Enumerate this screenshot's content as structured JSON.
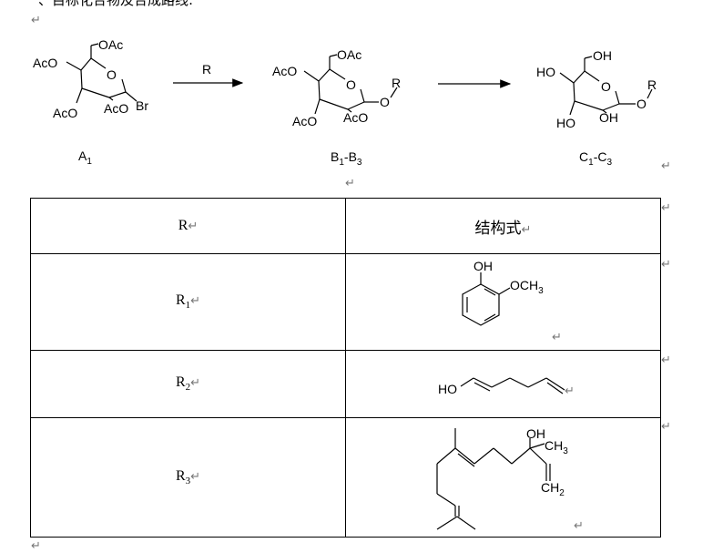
{
  "doc": {
    "title_partial": "、目标化合物及合成路线:",
    "para_mark": "↵"
  },
  "scheme": {
    "reagent_label": "R",
    "labels": {
      "a1": "A",
      "a1_sub": "1",
      "b_main": "B",
      "b_sub1": "1",
      "b_sep": "-B",
      "b_sub2": "3",
      "c_main": "C",
      "c_sub1": "1",
      "c_sep": "-C",
      "c_sub2": "3"
    },
    "groups": {
      "oac": "OAc",
      "aco": "AcO",
      "br": "Br",
      "o": "O",
      "r": "R",
      "oh": "OH",
      "ho": "HO"
    }
  },
  "table": {
    "headers": [
      "R",
      "结构式"
    ],
    "rows": [
      {
        "label_main": "R",
        "label_sub": "1"
      },
      {
        "label_main": "R",
        "label_sub": "2"
      },
      {
        "label_main": "R",
        "label_sub": "3"
      }
    ],
    "r1_struct": {
      "oh": "OH",
      "och3": "OCH",
      "och3_sub": "3"
    },
    "r2_struct": {
      "ho": "HO"
    },
    "r3_struct": {
      "oh": "OH",
      "ch3": "CH",
      "ch3_sub": "3",
      "ch2": "CH",
      "ch2_sub": "2"
    }
  }
}
